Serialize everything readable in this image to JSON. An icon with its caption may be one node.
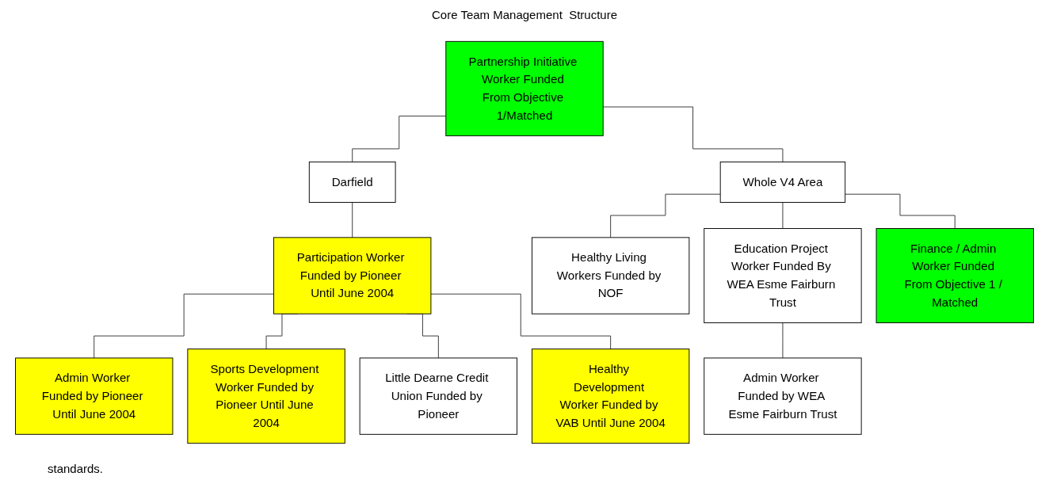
{
  "diagram": {
    "title": "Core Team Management  Structure",
    "nodes": [
      {
        "text": [
          "Partnership Initiative Worker Funded From Objective 1/Matched"
        ]
      },
      {
        "text": [
          "Darfield"
        ]
      },
      {
        "text": [
          "Whole V4 Area"
        ]
      },
      {
        "text": [
          "Participation Worker Funded by Pioneer Until June 2004"
        ]
      },
      {
        "text": [
          "Healthy Living Workers Funded by NOF"
        ]
      },
      {
        "text": [
          "Education Project Worker Funded By WEA Esme Fairburn Trust"
        ]
      },
      {
        "text": [
          "Finance / Admin Worker Funded From Objective 1 / Matched"
        ]
      },
      {
        "text": [
          "Admin Worker Funded by Pioneer Until June 2004"
        ]
      },
      {
        "text": [
          "Sports Development Worker Funded by Pioneer Until June 2004"
        ]
      },
      {
        "text": [
          "Little Dearne Credit Union Funded by Pioneer"
        ]
      },
      {
        "text": [
          "Healthy Development Worker Funded by VAB Until June 2004"
        ]
      },
      {
        "text": [
          "Admin Worker Funded by WEA Esme Fairburn Trust"
        ]
      }
    ],
    "edges": [
      {
        "from": 0,
        "to": 1,
        "arrow": "none"
      },
      {
        "from": 0,
        "to": 2,
        "arrow": "none"
      },
      {
        "from": 1,
        "to": 3,
        "arrow": "none"
      },
      {
        "from": 2,
        "to": 4,
        "arrow": "none"
      },
      {
        "from": 2,
        "to": 5,
        "arrow": "none"
      },
      {
        "from": 2,
        "to": 6,
        "arrow": "none"
      },
      {
        "from": 3,
        "to": 7,
        "arrow": "none"
      },
      {
        "from": 3,
        "to": 8,
        "arrow": "none"
      },
      {
        "from": 3,
        "to": 9,
        "arrow": "none"
      },
      {
        "from": 3,
        "to": 10,
        "arrow": "none"
      },
      {
        "from": 5,
        "to": 11,
        "arrow": "none"
      }
    ],
    "labels": [
      "standards."
    ]
  }
}
